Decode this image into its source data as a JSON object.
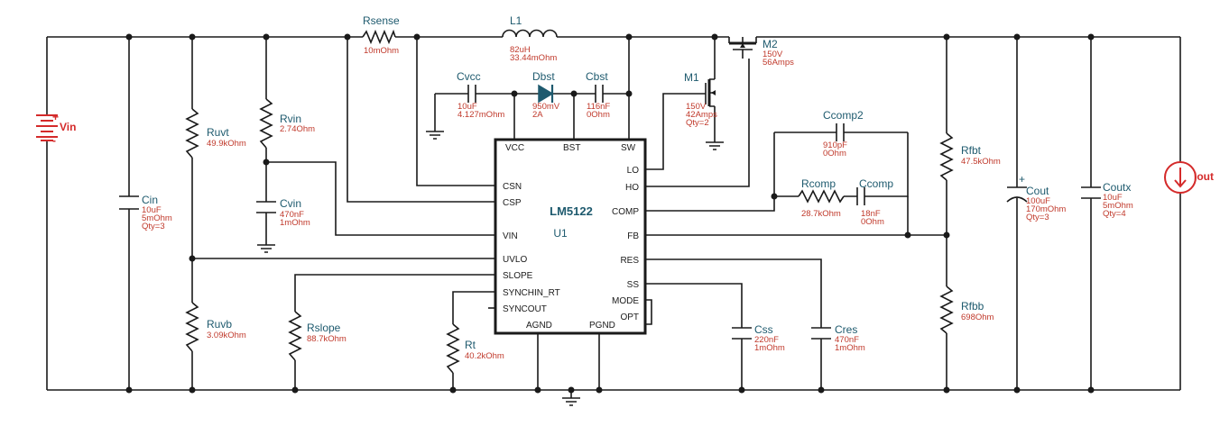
{
  "ic": {
    "name": "LM5122",
    "ref": "U1"
  },
  "pins": {
    "vcc": "VCC",
    "bst": "BST",
    "sw": "SW",
    "lo": "LO",
    "ho": "HO",
    "csn": "CSN",
    "csp": "CSP",
    "comp": "COMP",
    "vin": "VIN",
    "fb": "FB",
    "uvlo": "UVLO",
    "res": "RES",
    "slope": "SLOPE",
    "ss": "SS",
    "synchin_rt": "SYNCHIN_RT",
    "mode": "MODE",
    "syncout": "SYNCOUT",
    "opt": "OPT",
    "agnd": "AGND",
    "pgnd": "PGND"
  },
  "sources": {
    "vin": {
      "name": "Vin"
    },
    "iout": {
      "name": "Iout"
    }
  },
  "components": {
    "cin": {
      "name": "Cin",
      "values": [
        "10uF",
        "5mOhm",
        "Qty=3"
      ]
    },
    "ruvt": {
      "name": "Ruvt",
      "values": [
        "49.9kOhm"
      ]
    },
    "ruvb": {
      "name": "Ruvb",
      "values": [
        "3.09kOhm"
      ]
    },
    "rvin": {
      "name": "Rvin",
      "values": [
        "2.74Ohm"
      ]
    },
    "cvin": {
      "name": "Cvin",
      "values": [
        "470nF",
        "1mOhm"
      ]
    },
    "rslope": {
      "name": "Rslope",
      "values": [
        "88.7kOhm"
      ]
    },
    "rsense": {
      "name": "Rsense",
      "values": [
        "10mOhm"
      ]
    },
    "l1": {
      "name": "L1",
      "values": [
        "82uH",
        "33.44mOhm"
      ]
    },
    "cvcc": {
      "name": "Cvcc",
      "values": [
        "10uF",
        "4.127mOhm"
      ]
    },
    "dbst": {
      "name": "Dbst",
      "values": [
        "950mV",
        "2A"
      ]
    },
    "cbst": {
      "name": "Cbst",
      "values": [
        "116nF",
        "0Ohm"
      ]
    },
    "m1": {
      "name": "M1",
      "values": [
        "150V",
        "42Amps",
        "Qty=2"
      ]
    },
    "m2": {
      "name": "M2",
      "values": [
        "150V",
        "56Amps"
      ]
    },
    "rt": {
      "name": "Rt",
      "values": [
        "40.2kOhm"
      ]
    },
    "ccomp2": {
      "name": "Ccomp2",
      "values": [
        "910pF",
        "0Ohm"
      ]
    },
    "rcomp": {
      "name": "Rcomp",
      "values": [
        "28.7kOhm"
      ]
    },
    "ccomp": {
      "name": "Ccomp",
      "values": [
        "18nF",
        "0Ohm"
      ]
    },
    "css": {
      "name": "Css",
      "values": [
        "220nF",
        "1mOhm"
      ]
    },
    "cres": {
      "name": "Cres",
      "values": [
        "470nF",
        "1mOhm"
      ]
    },
    "rfbt": {
      "name": "Rfbt",
      "values": [
        "47.5kOhm"
      ]
    },
    "rfbb": {
      "name": "Rfbb",
      "values": [
        "698Ohm"
      ]
    },
    "cout": {
      "name": "Cout",
      "values": [
        "100uF",
        "170mOhm",
        "Qty=3"
      ]
    },
    "coutx": {
      "name": "Coutx",
      "values": [
        "10uF",
        "5mOhm",
        "Qty=4"
      ]
    }
  }
}
